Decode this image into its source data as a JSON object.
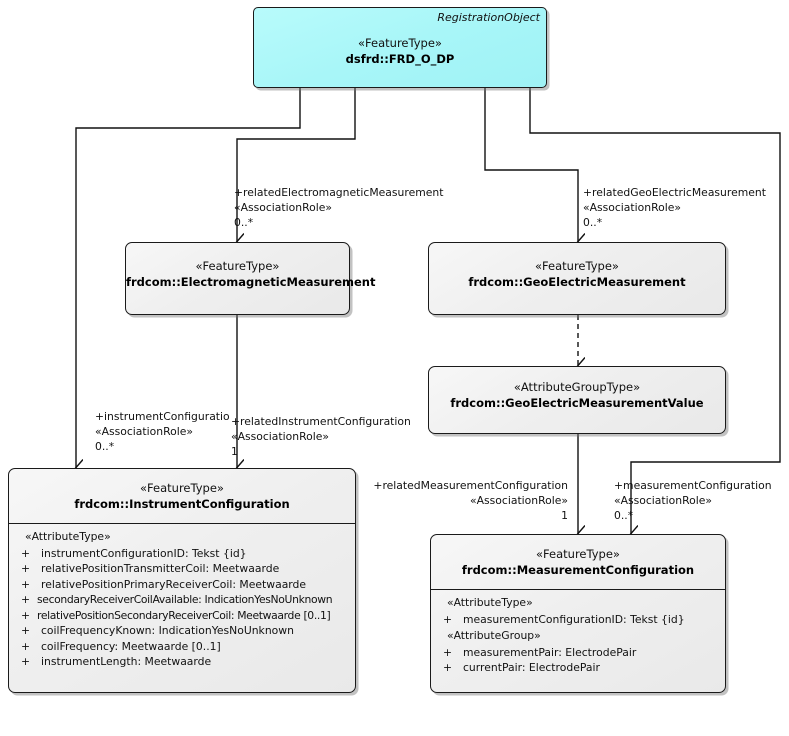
{
  "diagram": {
    "type": "uml-class-diagram",
    "title": "FRD_O_DP feature type diagram",
    "colors": {
      "root_fill": "#aaf6f8",
      "class_fill": "#efefef",
      "border": "#1a1a1a",
      "line": "#111111"
    }
  },
  "classes": {
    "root": {
      "tag": "RegistrationObject",
      "stereotype": "«FeatureType»",
      "name": "dsfrd::FRD_O_DP"
    },
    "electromagnetic": {
      "stereotype": "«FeatureType»",
      "name": "frdcom::ElectromagneticMeasurement"
    },
    "geoelectric": {
      "stereotype": "«FeatureType»",
      "name": "frdcom::GeoElectricMeasurement"
    },
    "geoelectric_value": {
      "stereotype": "«AttributeGroupType»",
      "name": "frdcom::GeoElectricMeasurementValue"
    },
    "instrument_configuration": {
      "stereotype": "«FeatureType»",
      "name": "frdcom::InstrumentConfiguration",
      "groups": [
        {
          "header": "«AttributeType»",
          "attributes": [
            {
              "vis": "+",
              "text": "instrumentConfigurationID: Tekst {id}"
            },
            {
              "vis": "+",
              "text": "relativePositionTransmitterCoil: Meetwaarde"
            },
            {
              "vis": "+",
              "text": "relativePositionPrimaryReceiverCoil: Meetwaarde"
            },
            {
              "vis": "+",
              "text": "secondaryReceiverCoilAvailable: IndicationYesNoUnknown"
            },
            {
              "vis": "+",
              "text": "relativePositionSecondaryReceiverCoil: Meetwaarde [0..1]"
            },
            {
              "vis": "+",
              "text": "coilFrequencyKnown: IndicationYesNoUnknown"
            },
            {
              "vis": "+",
              "text": "coilFrequency: Meetwaarde [0..1]"
            },
            {
              "vis": "+",
              "text": "instrumentLength: Meetwaarde"
            }
          ]
        }
      ]
    },
    "measurement_configuration": {
      "stereotype": "«FeatureType»",
      "name": "frdcom::MeasurementConfiguration",
      "groups": [
        {
          "header": "«AttributeType»",
          "attributes": [
            {
              "vis": "+",
              "text": "measurementConfigurationID: Tekst {id}"
            }
          ]
        },
        {
          "header": "«AttributeGroup»",
          "attributes": [
            {
              "vis": "+",
              "text": "measurementPair: ElectrodePair"
            },
            {
              "vis": "+",
              "text": "currentPair: ElectrodePair"
            }
          ]
        }
      ]
    }
  },
  "associations": [
    {
      "id": "rel-em",
      "role": "+relatedElectromagneticMeasurement",
      "stereotype": "«AssociationRole»",
      "multiplicity": "0..*"
    },
    {
      "id": "rel-geo",
      "role": "+relatedGeoElectricMeasurement",
      "stereotype": "«AssociationRole»",
      "multiplicity": "0..*"
    },
    {
      "id": "rel-instr-root",
      "role": "+instrumentConfiguratio",
      "stereotype": "«AssociationRole»",
      "multiplicity": "0..*"
    },
    {
      "id": "rel-instr-em",
      "role": "+relatedInstrumentConfiguration",
      "stereotype": "«AssociationRole»",
      "multiplicity": "1"
    },
    {
      "id": "rel-meas-cfg",
      "role": "+relatedMeasurementConfiguration",
      "stereotype": "«AssociationRole»",
      "multiplicity": "1"
    },
    {
      "id": "meas-cfg",
      "role": "+measurementConfiguration",
      "stereotype": "«AssociationRole»",
      "multiplicity": "0..*"
    }
  ]
}
